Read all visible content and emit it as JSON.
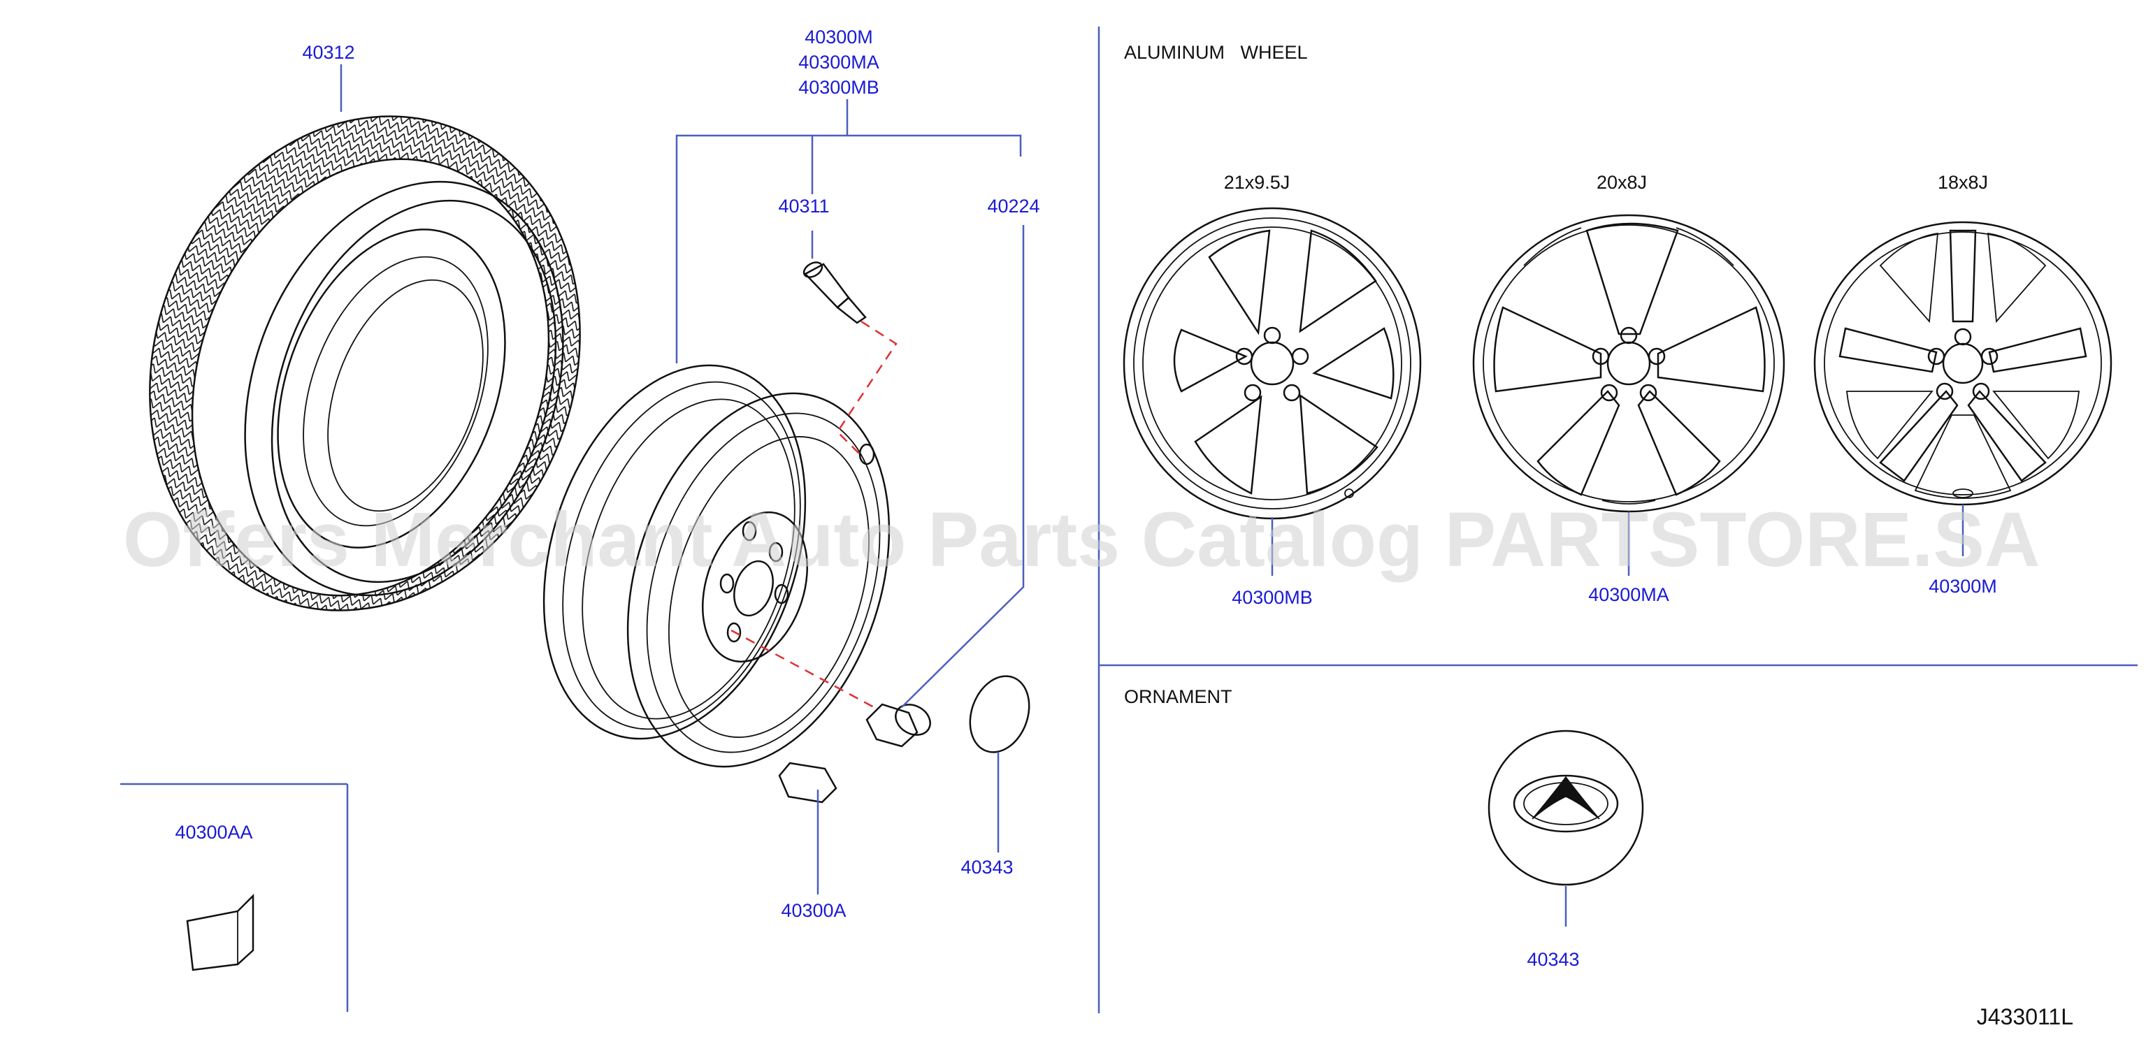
{
  "sections": {
    "aluminum_wheel": "ALUMINUM   WHEEL",
    "ornament": "ORNAMENT"
  },
  "wheel_sizes": {
    "w21": "21x9.5J",
    "w20": "20x8J",
    "w18": "18x8J"
  },
  "callouts": {
    "tire": "40312",
    "wheel_assy_1": "40300M",
    "wheel_assy_2": "40300MA",
    "wheel_assy_3": "40300MB",
    "valve": "40311",
    "nut": "40224",
    "balance_weight": "40300A",
    "weight_clip": "40300AA",
    "cap": "40343",
    "alloy_21": "40300MB",
    "alloy_20": "40300MA",
    "alloy_18": "40300M",
    "ornament_cap": "40343"
  },
  "diagram_code": "J433011L",
  "watermark": "Offers Merchant Auto Parts Catalog PARTSTORE.SA",
  "colors": {
    "callout": "#1a1ad6",
    "leader": "#4a5fbf",
    "dashed": "#e03030",
    "ink": "#111111",
    "watermark": "#cfcfcf"
  }
}
